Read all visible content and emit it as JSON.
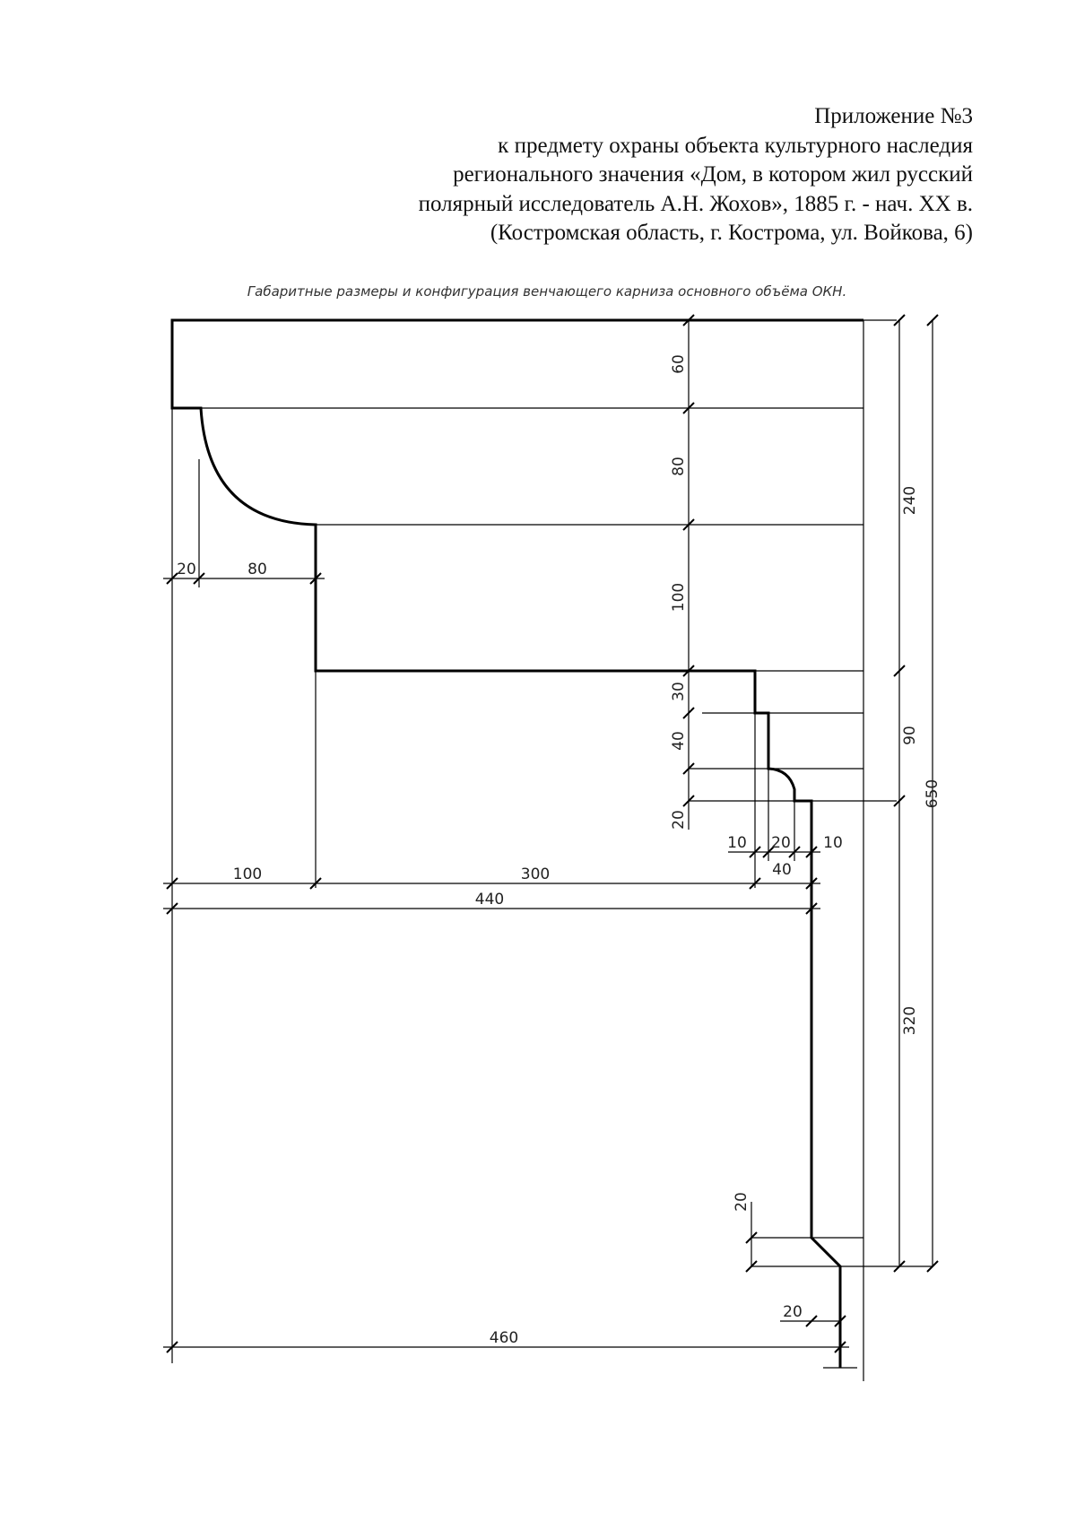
{
  "header": {
    "line1": "Приложение №3",
    "line2": "к предмету охраны объекта культурного наследия",
    "line3": "регионального значения «Дом, в котором жил русский",
    "line4": "полярный исследователь А.Н. Жохов», 1885 г. - нач. XX в.",
    "line5": "(Костромская область, г. Кострома, ул. Войкова, 6)"
  },
  "drawing": {
    "caption": "Габаритные размеры и конфигурация венчающего карниза основного объёма ОКН.",
    "dimensions": {
      "v60": "60",
      "v80": "80",
      "v100": "100",
      "v30": "30",
      "v40": "40",
      "v20a": "20",
      "r240": "240",
      "r90": "90",
      "r650": "650",
      "r320": "320",
      "h20": "20",
      "h80": "80",
      "h100": "100",
      "h300": "300",
      "h440": "440",
      "s10a": "10",
      "s20": "20",
      "s10b": "10",
      "s40": "40",
      "b20": "20",
      "b20h": "20",
      "h460": "460"
    }
  }
}
